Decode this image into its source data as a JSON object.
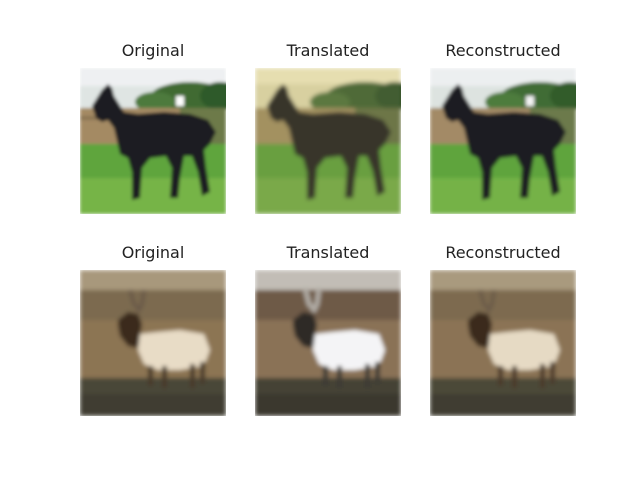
{
  "rows": [
    {
      "subject": "horse",
      "panels": [
        {
          "title": "Original"
        },
        {
          "title": "Translated"
        },
        {
          "title": "Reconstructed"
        }
      ]
    },
    {
      "subject": "deer",
      "panels": [
        {
          "title": "Original"
        },
        {
          "title": "Translated"
        },
        {
          "title": "Reconstructed"
        }
      ]
    }
  ],
  "palette": {
    "horse_sky": "#eef0f2",
    "horse_sky_translated": "#e9e2b8",
    "horse_trees": "#3f6a33",
    "horse_fence": "#a48a64",
    "horse_grass": "#5ea53c",
    "horse_body": "#1c1c22",
    "deer_background": "#8e7a5d",
    "deer_ground": "#7a6448",
    "deer_water": "#3f3d32",
    "deer_body_light": "#e8dcc6",
    "deer_body_light_translated": "#f4f4f6",
    "deer_head": "#3a2a1e"
  }
}
